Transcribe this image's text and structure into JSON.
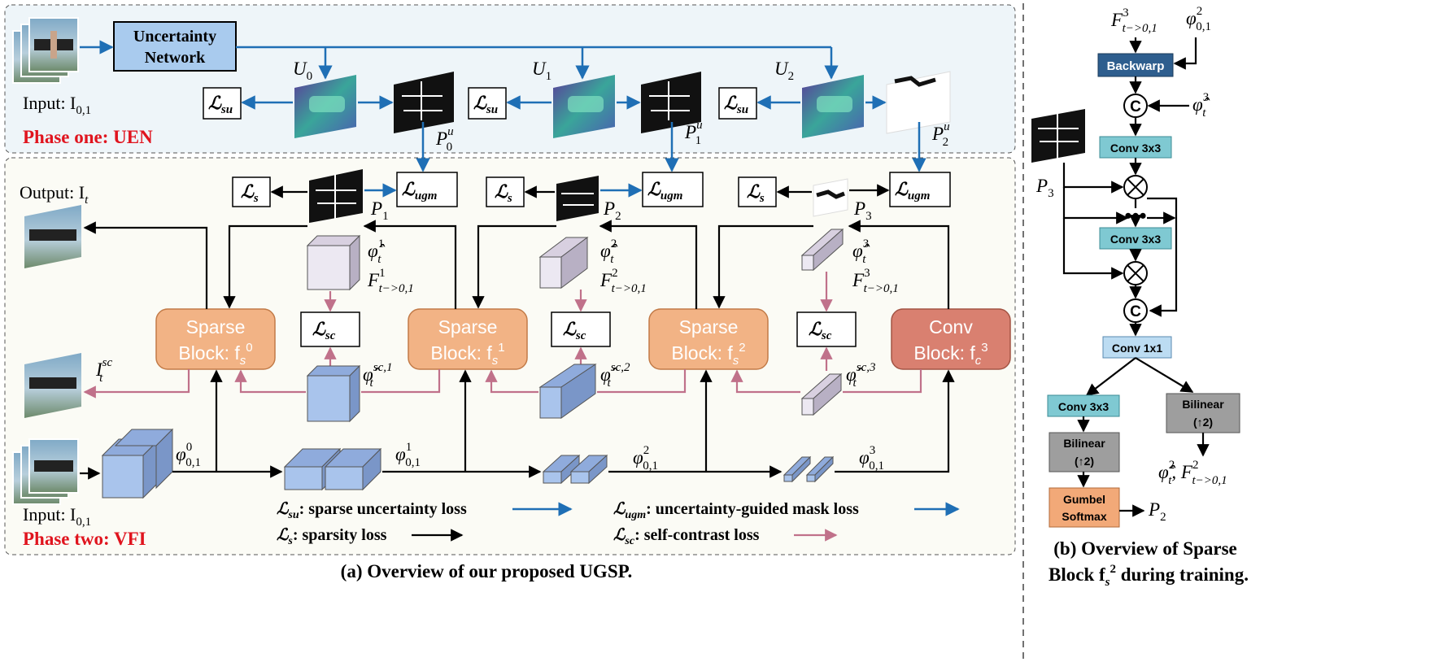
{
  "phase_one": {
    "label": "Phase one: UEN",
    "input_label": "Input: I",
    "input_sub": "0,1",
    "uncertainty_network": [
      "Uncertainty",
      "Network"
    ],
    "u_labels": [
      {
        "main": "U",
        "sub": "0"
      },
      {
        "main": "U",
        "sub": "1"
      },
      {
        "main": "U",
        "sub": "2"
      }
    ],
    "pu_labels": [
      {
        "main": "P",
        "sup": "u",
        "sub": "0"
      },
      {
        "main": "P",
        "sup": "u",
        "sub": "1"
      },
      {
        "main": "P",
        "sup": "u",
        "sub": "2"
      }
    ],
    "loss_su": {
      "main": "ℒ",
      "sub": "su"
    }
  },
  "phase_two": {
    "label": "Phase two: VFI",
    "output_label": "Output: I",
    "output_sub": "t",
    "input_label": "Input: I",
    "input_sub": "0,1",
    "isc": {
      "main": "I",
      "sup": "sc",
      "sub": "t"
    },
    "loss_s": {
      "main": "ℒ",
      "sub": "s"
    },
    "loss_ugm": {
      "main": "ℒ",
      "sub": "ugm"
    },
    "loss_sc": {
      "main": "ℒ",
      "sub": "sc"
    },
    "p_labels": [
      {
        "main": "P",
        "sub": "1"
      },
      {
        "main": "P",
        "sub": "2"
      },
      {
        "main": "P",
        "sub": "3"
      }
    ],
    "blocks": [
      {
        "line1": "Sparse",
        "line2": "Block: f",
        "sub": "s",
        "sup": "0"
      },
      {
        "line1": "Sparse",
        "line2": "Block: f",
        "sub": "s",
        "sup": "1"
      },
      {
        "line1": "Sparse",
        "line2": "Block: f",
        "sub": "s",
        "sup": "2"
      },
      {
        "line1": "Conv",
        "line2": "Block: f",
        "sub": "c",
        "sup": "3"
      }
    ],
    "phi_hat": [
      {
        "main": "φ̂",
        "sub": "t",
        "sup": "1",
        "f_main": "F",
        "f_sub": "t−>0,1",
        "f_sup": "1"
      },
      {
        "main": "φ̂",
        "sub": "t",
        "sup": "2",
        "f_main": "F",
        "f_sub": "t−>0,1",
        "f_sup": "2"
      },
      {
        "main": "φ̂",
        "sub": "t",
        "sup": "3",
        "f_main": "F",
        "f_sub": "t−>0,1",
        "f_sup": "3"
      }
    ],
    "phi_hat_sc": [
      {
        "main": "φ̂",
        "sub": "t",
        "sup": "sc,1"
      },
      {
        "main": "φ̂",
        "sub": "t",
        "sup": "sc,2"
      },
      {
        "main": "φ̂",
        "sub": "t",
        "sup": "sc,3"
      }
    ],
    "phi": [
      {
        "main": "φ",
        "sub": "0,1",
        "sup": "0"
      },
      {
        "main": "φ",
        "sub": "0,1",
        "sup": "1"
      },
      {
        "main": "φ",
        "sub": "0,1",
        "sup": "2"
      },
      {
        "main": "φ",
        "sub": "0,1",
        "sup": "3"
      }
    ]
  },
  "legend": [
    {
      "sym": "ℒ",
      "sub": "su",
      "text": ": sparse uncertainty loss",
      "color": "#1f6fb5"
    },
    {
      "sym": "ℒ",
      "sub": "s",
      "text": ": sparsity loss",
      "color": "#000000"
    },
    {
      "sym": "ℒ",
      "sub": "ugm",
      "text": ": uncertainty-guided  mask loss",
      "color": "#1f6fb5"
    },
    {
      "sym": "ℒ",
      "sub": "sc",
      "text": ": self-contrast loss",
      "color": "#c0718a"
    }
  ],
  "caption_a": "(a) Overview of our proposed UGSP.",
  "panel_b": {
    "top_f": {
      "main": "F",
      "sub": "t−>0,1",
      "sup": "3"
    },
    "top_phi": {
      "main": "φ",
      "sub": "0,1",
      "sup": "2"
    },
    "backwarp": "Backwarp",
    "concat": "C",
    "phi_hat_in": {
      "main": "φ̂",
      "sub": "t",
      "sup": "3"
    },
    "conv3": "Conv 3x3",
    "conv1": "Conv 1x1",
    "p3": {
      "main": "P",
      "sub": "3"
    },
    "bilinear": [
      "Bilinear",
      "(↑2)"
    ],
    "gumbel": [
      "Gumbel",
      "Softmax"
    ],
    "out_p2": {
      "main": "P",
      "sub": "2"
    },
    "out_phi": {
      "main": "φ̂",
      "sub": "t",
      "sup": "2",
      "sep": ", ",
      "f_main": "F",
      "f_sub": "t−>0,1",
      "f_sup": "2"
    },
    "caption": [
      "(b) Overview of Sparse",
      "Block f",
      "s",
      "2",
      " during training."
    ]
  },
  "colors": {
    "blue_arrow": "#1f6fb5",
    "pink_arrow": "#c0718a",
    "red_label": "#e0141e",
    "sparse_block": "#f2b385",
    "conv_block": "#d98070",
    "backwarp": "#2e5e8e",
    "conv_teal": "#7fc9d2",
    "conv1x1": "#bcdcf2",
    "bilinear": "#9e9e9e",
    "gumbel": "#f2a978",
    "phase_one_bg": "#eef5f9",
    "phase_two_bg": "#fbfbf5"
  }
}
